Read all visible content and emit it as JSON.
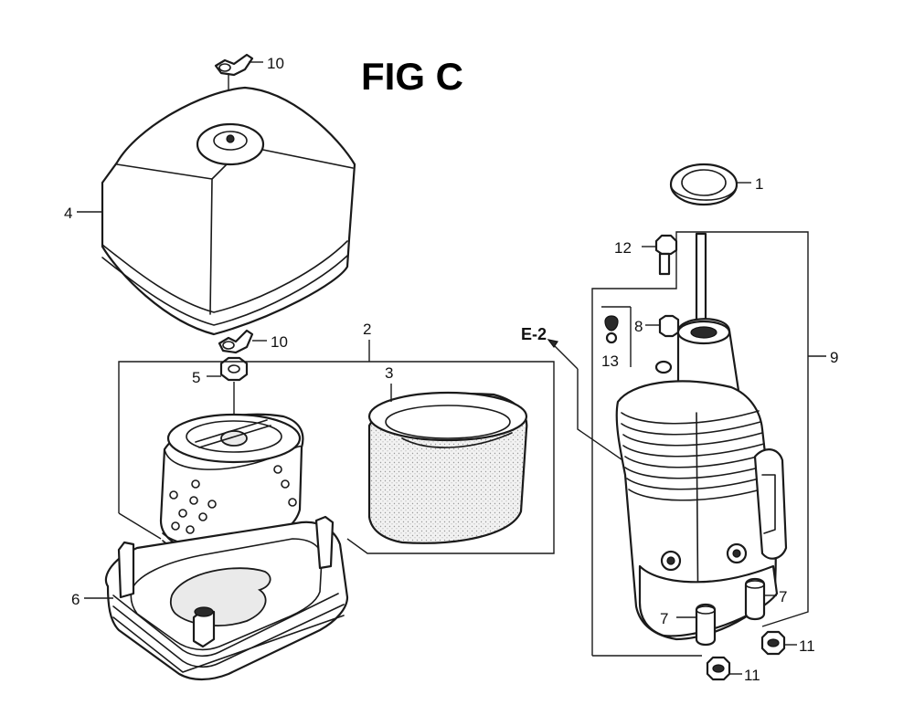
{
  "title": "FIG C",
  "reference": "E-2",
  "callouts": {
    "c1": "1",
    "c2": "2",
    "c3": "3",
    "c4": "4",
    "c5": "5",
    "c6": "6",
    "c7a": "7",
    "c7b": "7",
    "c8": "8",
    "c9": "9",
    "c10a": "10",
    "c10b": "10",
    "c11a": "11",
    "c11b": "11",
    "c12": "12",
    "c13": "13"
  }
}
